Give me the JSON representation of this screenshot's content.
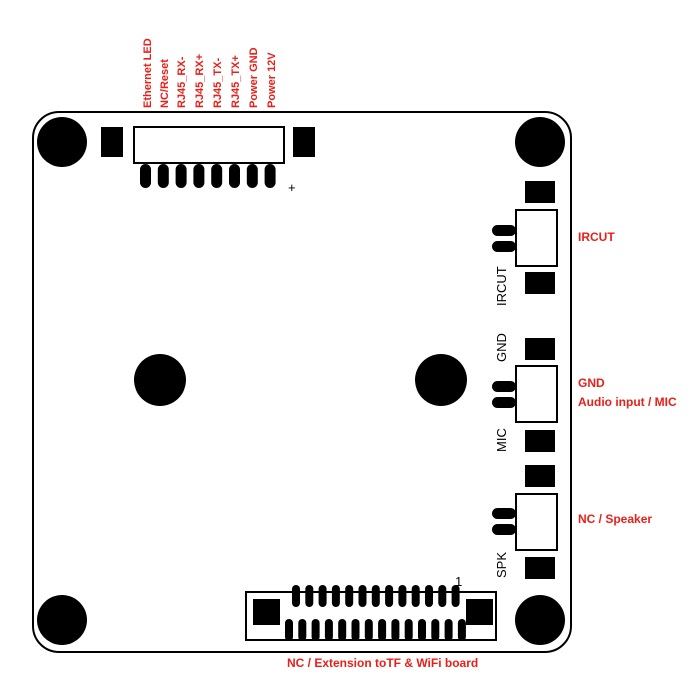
{
  "colors": {
    "label": "#e8201a",
    "ink": "#000000",
    "board": "#ffffff"
  },
  "top_connector": {
    "pin_labels": [
      "Ethernet LED",
      "NC/Reset",
      "RJ45_RX-",
      "RJ45_RX+",
      "RJ45_TX-",
      "RJ45_TX+",
      "Power GND",
      "Power 12V"
    ],
    "plus_mark": "+"
  },
  "ircut": {
    "silk": "IRCUT",
    "label": "IRCUT"
  },
  "mic": {
    "silk_top": "GND",
    "silk_bottom": "MIC",
    "label_line1": "GND",
    "label_line2": "Audio input / MIC"
  },
  "spk": {
    "silk": "SPK",
    "label": "NC / Speaker"
  },
  "bottom_connector": {
    "pin1_mark": "1",
    "label": "NC / Extension  toTF & WiFi board"
  }
}
